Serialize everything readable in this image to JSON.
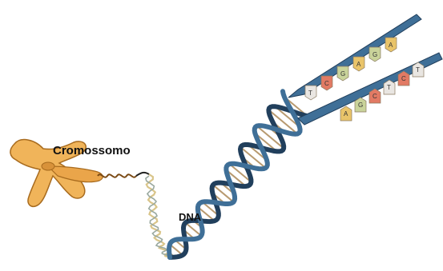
{
  "labels": {
    "chromosome": "Cromossomo",
    "dna": "DNA"
  },
  "colors": {
    "chromosome_fill": "#f0b45a",
    "chromosome_stroke": "#a86b1e",
    "backbone": "#3f6f97",
    "backbone_dark": "#213f5c",
    "rung": "#b89a70",
    "thin_coil": "#d9c58a"
  },
  "base_pairs": {
    "top_row": [
      {
        "letter": "T",
        "color": "#e9e6e2"
      },
      {
        "letter": "C",
        "color": "#e27a64"
      },
      {
        "letter": "G",
        "color": "#c9d39a"
      },
      {
        "letter": "A",
        "color": "#e9c46a"
      },
      {
        "letter": "G",
        "color": "#c9d39a"
      },
      {
        "letter": "A",
        "color": "#e9c46a"
      }
    ],
    "bottom_row": [
      {
        "letter": "A",
        "color": "#e9c46a"
      },
      {
        "letter": "G",
        "color": "#c9d39a"
      },
      {
        "letter": "C",
        "color": "#e27a64"
      },
      {
        "letter": "T",
        "color": "#e9e6e2"
      },
      {
        "letter": "C",
        "color": "#e27a64"
      },
      {
        "letter": "T",
        "color": "#e9e6e2"
      }
    ]
  }
}
